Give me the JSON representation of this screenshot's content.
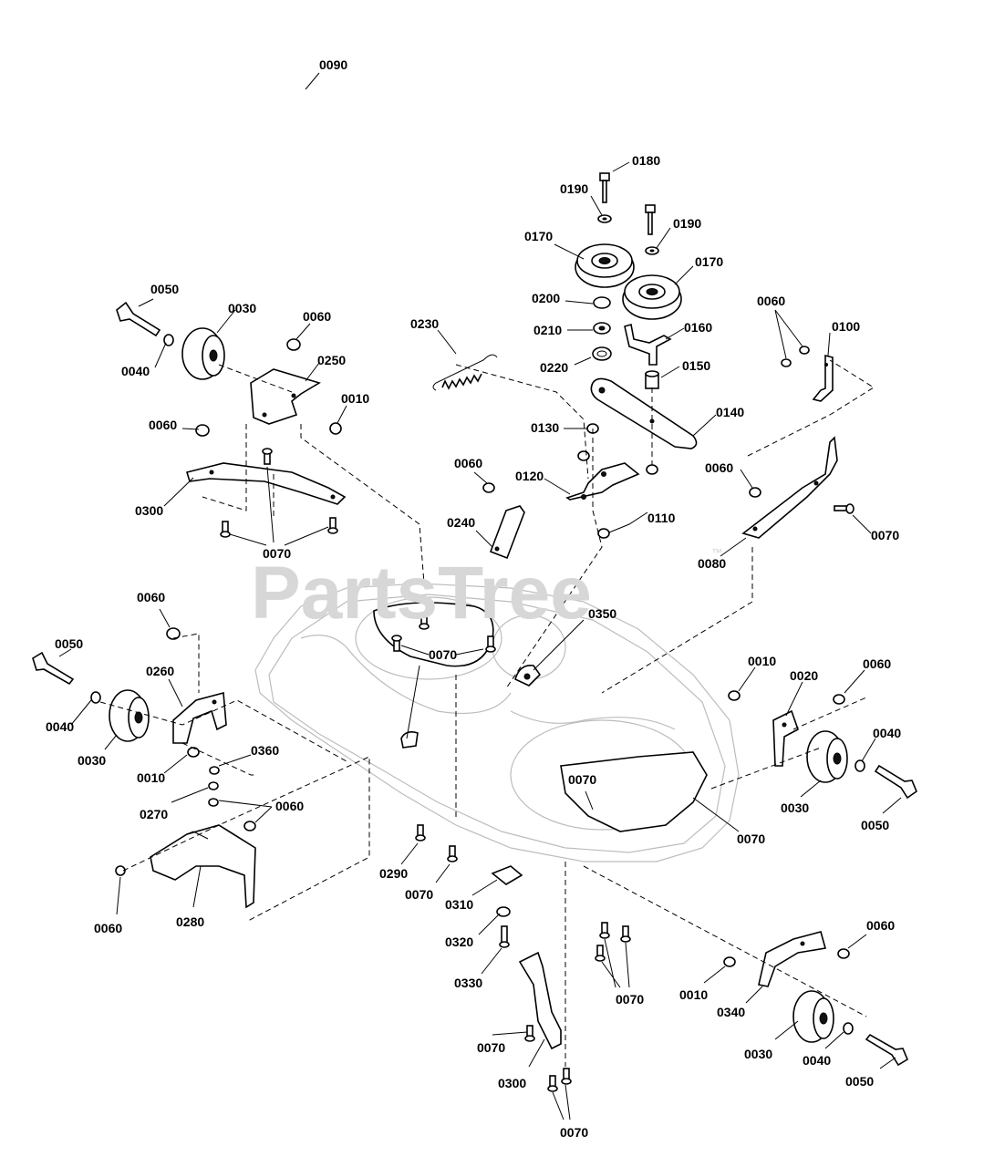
{
  "watermark": {
    "text": "PartsTree",
    "trademark": "™"
  },
  "callouts": [
    {
      "id": "c0090a",
      "label": "0090"
    },
    {
      "id": "c0180a",
      "label": "0180"
    },
    {
      "id": "c0190a",
      "label": "0190"
    },
    {
      "id": "c0190b",
      "label": "0190"
    },
    {
      "id": "c0170a",
      "label": "0170"
    },
    {
      "id": "c0170b",
      "label": "0170"
    },
    {
      "id": "c0200a",
      "label": "0200"
    },
    {
      "id": "c0210a",
      "label": "0210"
    },
    {
      "id": "c0220a",
      "label": "0220"
    },
    {
      "id": "c0160a",
      "label": "0160"
    },
    {
      "id": "c0150a",
      "label": "0150"
    },
    {
      "id": "c0140a",
      "label": "0140"
    },
    {
      "id": "c0130a",
      "label": "0130"
    },
    {
      "id": "c0120a",
      "label": "0120"
    },
    {
      "id": "c0110a",
      "label": "0110"
    },
    {
      "id": "c0060a",
      "label": "0060"
    },
    {
      "id": "c0100a",
      "label": "0100"
    },
    {
      "id": "c0050a",
      "label": "0050"
    },
    {
      "id": "c0030a",
      "label": "0030"
    },
    {
      "id": "c0060b",
      "label": "0060"
    },
    {
      "id": "c0250a",
      "label": "0250"
    },
    {
      "id": "c0010a",
      "label": "0010"
    },
    {
      "id": "c0040a",
      "label": "0040"
    },
    {
      "id": "c0230a",
      "label": "0230"
    },
    {
      "id": "c0060c",
      "label": "0060"
    },
    {
      "id": "c0300a",
      "label": "0300"
    },
    {
      "id": "c0070a",
      "label": "0070"
    },
    {
      "id": "c0060d",
      "label": "0060"
    },
    {
      "id": "c0240a",
      "label": "0240"
    },
    {
      "id": "c0060e",
      "label": "0060"
    },
    {
      "id": "c0070b",
      "label": "0070"
    },
    {
      "id": "c0080a",
      "label": "0080"
    },
    {
      "id": "c0060f",
      "label": "0060"
    },
    {
      "id": "c0050b",
      "label": "0050"
    },
    {
      "id": "c0260a",
      "label": "0260"
    },
    {
      "id": "c0040b",
      "label": "0040"
    },
    {
      "id": "c0030b",
      "label": "0030"
    },
    {
      "id": "c0010b",
      "label": "0010"
    },
    {
      "id": "c0070c",
      "label": "0070"
    },
    {
      "id": "c0350a",
      "label": "0350"
    },
    {
      "id": "c0010c",
      "label": "0010"
    },
    {
      "id": "c0020a",
      "label": "0020"
    },
    {
      "id": "c0060g",
      "label": "0060"
    },
    {
      "id": "c0040c",
      "label": "0040"
    },
    {
      "id": "c0030c",
      "label": "0030"
    },
    {
      "id": "c0050c",
      "label": "0050"
    },
    {
      "id": "c0070d",
      "label": "0070"
    },
    {
      "id": "c0070e",
      "label": "0070"
    },
    {
      "id": "c0360a",
      "label": "0360"
    },
    {
      "id": "c0270a",
      "label": "0270"
    },
    {
      "id": "c0060h",
      "label": "0060"
    },
    {
      "id": "c0060i",
      "label": "0060"
    },
    {
      "id": "c0280a",
      "label": "0280"
    },
    {
      "id": "c0290a",
      "label": "0290"
    },
    {
      "id": "c0070f",
      "label": "0070"
    },
    {
      "id": "c0310a",
      "label": "0310"
    },
    {
      "id": "c0320a",
      "label": "0320"
    },
    {
      "id": "c0330a",
      "label": "0330"
    },
    {
      "id": "c0070g",
      "label": "0070"
    },
    {
      "id": "c0300b",
      "label": "0300"
    },
    {
      "id": "c0070h",
      "label": "0070"
    },
    {
      "id": "c0070i",
      "label": "0070"
    },
    {
      "id": "c0060j",
      "label": "0060"
    },
    {
      "id": "c0010d",
      "label": "0010"
    },
    {
      "id": "c0340a",
      "label": "0340"
    },
    {
      "id": "c0030d",
      "label": "0030"
    },
    {
      "id": "c0040d",
      "label": "0040"
    },
    {
      "id": "c0050d",
      "label": "0050"
    }
  ]
}
